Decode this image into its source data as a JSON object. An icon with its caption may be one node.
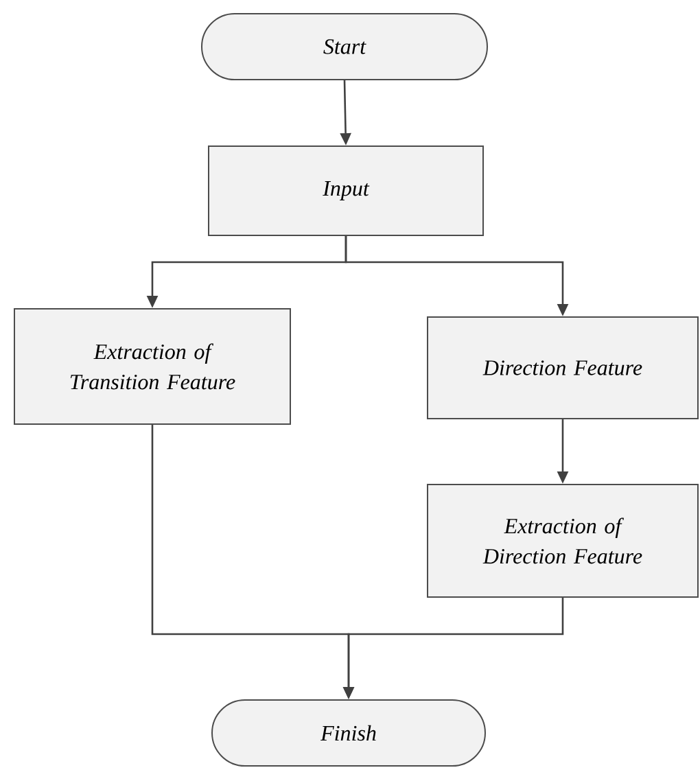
{
  "diagram": {
    "nodes": [
      {
        "text": [
          "Start"
        ]
      },
      {
        "text": [
          "Input"
        ]
      },
      {
        "text": [
          "Extraction of Transition Feature"
        ]
      },
      {
        "text": [
          "Direction Feature"
        ]
      },
      {
        "text": [
          "Extraction of Direction Feature"
        ]
      },
      {
        "text": [
          "Finish"
        ]
      }
    ],
    "edges": [
      {
        "from": 0,
        "to": 1,
        "arrow": "to"
      },
      {
        "from": 1,
        "to": 2,
        "arrow": "to"
      },
      {
        "from": 1,
        "to": 3,
        "arrow": "to"
      },
      {
        "from": 3,
        "to": 4,
        "arrow": "to"
      },
      {
        "from": 2,
        "to": 5,
        "arrow": "to"
      },
      {
        "from": 4,
        "to": 5,
        "arrow": "to"
      }
    ]
  }
}
